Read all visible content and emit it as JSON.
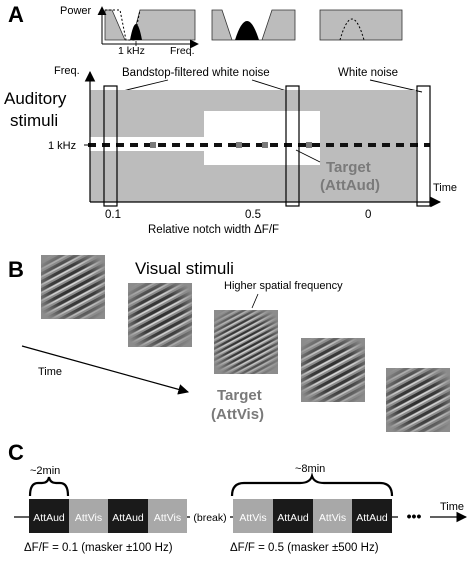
{
  "panels": {
    "a": {
      "letter": "A"
    },
    "b": {
      "letter": "B"
    },
    "c": {
      "letter": "C"
    }
  },
  "auditory": {
    "power_label": "Power",
    "freq_inset_label": "Freq.",
    "khz_inset_label": "1 kHz",
    "bandstop_label": "Bandstop-filtered white noise",
    "white_noise_label": "White noise",
    "freq_axis_label": "Freq.",
    "section_title_line1": "Auditory",
    "section_title_line2": "stimuli",
    "khz_tick": "1 kHz",
    "target_line1": "Target",
    "target_line2": "(AttAud)",
    "time_label": "Time",
    "notch_values": [
      "0.1",
      "0.5",
      "0"
    ],
    "notch_axis_label": "Relative notch width ΔF/F"
  },
  "visual": {
    "title": "Visual stimuli",
    "annotation": "Higher spatial frequency",
    "time_label": "Time",
    "target_line1": "Target",
    "target_line2": "(AttVis)"
  },
  "schedule": {
    "duration_short": "~2min",
    "duration_long": "~8min",
    "blocks_first": [
      "AttAud",
      "AttVis",
      "AttAud",
      "AttVis"
    ],
    "break_label": "(break)",
    "blocks_second": [
      "AttVis",
      "AttAud",
      "AttVis",
      "AttAud"
    ],
    "ellipsis": "•••",
    "time_label": "Time",
    "condition_first": "ΔF/F = 0.1 (masker ±100 Hz)",
    "condition_second": "ΔF/F = 0.5 (masker ±500 Hz)"
  },
  "colors": {
    "stimulus_gray": "#bcbcbc",
    "target_gray": "#7a7a7a",
    "att_aud_block": "#1a1a1a",
    "att_vis_block": "#a8a8a8",
    "grating_bg": "#8c8c8c"
  }
}
